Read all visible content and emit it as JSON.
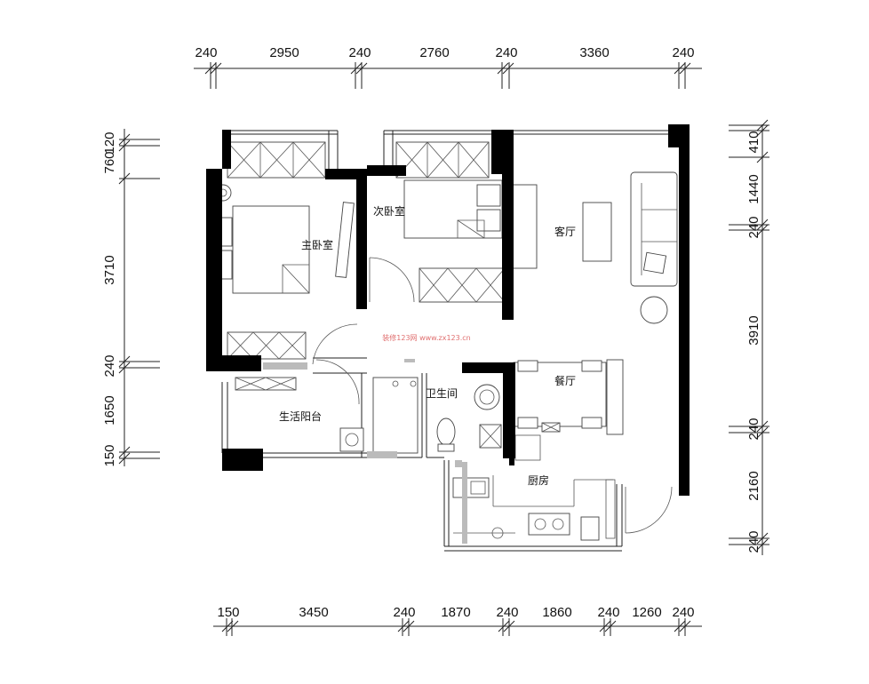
{
  "dimensions": {
    "top": [
      "240",
      "2950",
      "240",
      "2760",
      "240",
      "3360",
      "240"
    ],
    "bottom": [
      "150",
      "3450",
      "240",
      "1870",
      "240",
      "1860",
      "240",
      "1260",
      "240"
    ],
    "left": [
      "120",
      "760",
      "3710",
      "240",
      "1650",
      "150"
    ],
    "right": [
      "410",
      "1440",
      "240",
      "3910",
      "240",
      "2160",
      "240"
    ]
  },
  "rooms": {
    "master_bedroom": "主卧室",
    "second_bedroom": "次卧室",
    "living_room": "客厅",
    "dining_room": "餐厅",
    "bathroom": "卫生间",
    "utility_balcony": "生活阳台",
    "kitchen": "厨房"
  },
  "watermark": "装修123网 www.zx123.cn"
}
